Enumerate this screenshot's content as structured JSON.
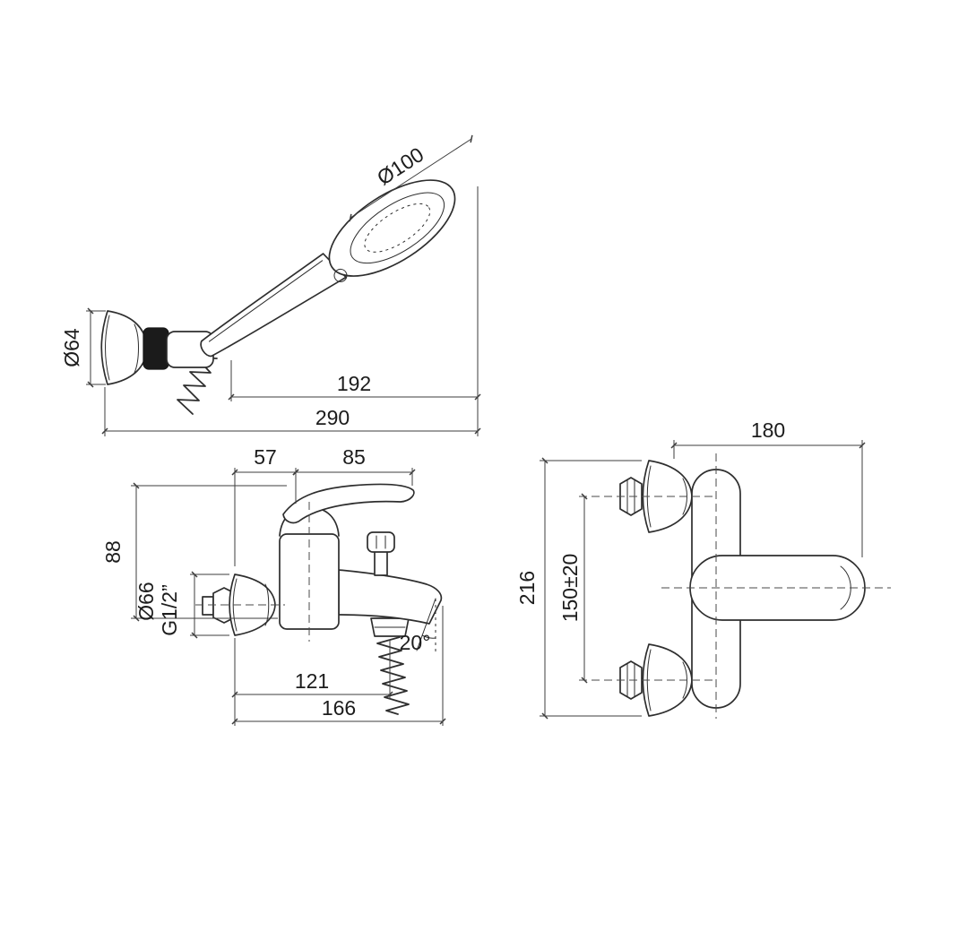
{
  "drawing": {
    "background": "#ffffff",
    "object_line_color": "#2e2e2e",
    "dimension_line_color": "#3d3d3d",
    "text_color": "#1c1c1c"
  },
  "views": {
    "hand_shower": {
      "title": "hand-shower-with-wall-holder",
      "dims": {
        "head_diameter": "Ø100",
        "holder_diameter": "Ø64",
        "partial_length": "192",
        "total_length": "290"
      }
    },
    "mixer_side": {
      "title": "bath-mixer-side-view",
      "dims": {
        "wall_to_cartridge": "57",
        "cartridge_to_handle_tip": "85",
        "body_height": "88",
        "flange_diameter": "Ø66",
        "thread_size": "G1/2”",
        "spout_angle": "20°",
        "wall_to_hose_outlet": "121",
        "wall_to_spout_tip": "166"
      }
    },
    "mixer_front": {
      "title": "bath-mixer-front-view",
      "dims": {
        "depth": "180",
        "overall_height": "216",
        "connection_centers": "150±20"
      }
    }
  }
}
